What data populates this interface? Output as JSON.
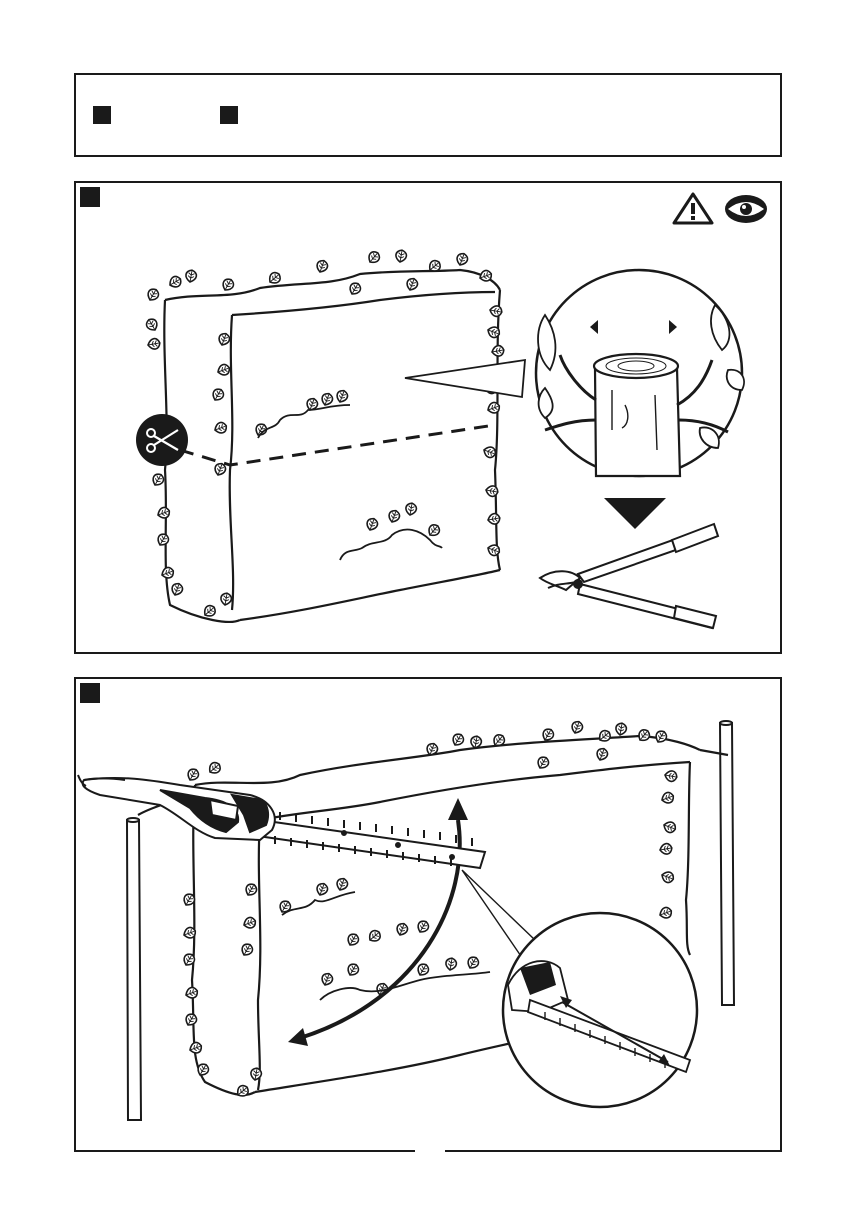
{
  "page": {
    "type": "instruction-manual-illustration",
    "colors": {
      "line": "#1a1a1a",
      "fill": "#ffffff"
    }
  },
  "header_box": {
    "markers": [
      "square-marker",
      "square-marker"
    ]
  },
  "panel_1": {
    "marker": "square-marker",
    "icons": [
      "warning-triangle-icon",
      "eye-protection-icon"
    ],
    "contents": [
      "hedge-illustration",
      "cut-line",
      "scissors-icon",
      "magnified-branch-detail",
      "down-arrow-icon",
      "lopper-tool"
    ]
  },
  "panel_2": {
    "marker": "square-marker",
    "contents": [
      "hedge-illustration",
      "hedge-trimmer",
      "arc-motion-arrow",
      "magnified-blade-detail"
    ]
  }
}
